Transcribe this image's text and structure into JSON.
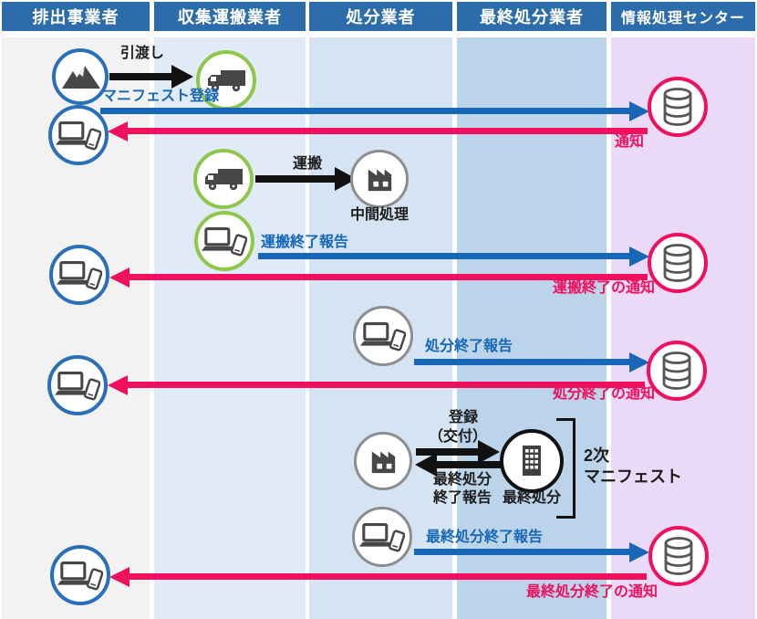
{
  "header": {
    "columns": [
      "排出事業者",
      "収集運搬業者",
      "処分業者",
      "最終処分業者",
      "情報処理センター"
    ]
  },
  "labels": {
    "handover": "引渡し",
    "manifest_register": "マニフェスト登録",
    "notice": "通知",
    "transport": "運搬",
    "intermediate_processing": "中間処理",
    "transport_end_report": "運搬終了報告",
    "transport_end_notice": "運搬終了の通知",
    "disposal_end_report": "処分終了報告",
    "disposal_end_notice": "処分終了の通知",
    "register": "登録",
    "issue": "（交付）",
    "final_disposal_report_l1": "最終処分",
    "final_disposal_report_l2": "終了報告",
    "final_disposal": "最終処分",
    "secondary_manifest_l1": "2次",
    "secondary_manifest_l2": "マニフェスト",
    "final_disposal_end_report": "最終処分終了報告",
    "final_disposal_end_notice": "最終処分終了の通知"
  },
  "icons": {
    "waste": "mountain-waste-icon",
    "truck": "truck-icon",
    "pc": "laptop-phone-icon",
    "factory": "factory-icon",
    "database": "database-icon",
    "building": "building-icon"
  },
  "colors": {
    "header_bg": "#2d6cab",
    "report_blue": "#1667b8",
    "notice_pink": "#f0105e",
    "transporter_green": "#8fc74a",
    "generator_blue": "#2a6fb8",
    "neutral_gray": "#8d8d8d",
    "arrow_black": "#111111",
    "lane_generator": "#f3f2f2",
    "lane_transporter": "#e1ebf7",
    "lane_disposer": "#d5e4f2",
    "lane_final_disposer": "#bcd4ea",
    "lane_info_center": "#ebdaf7"
  }
}
